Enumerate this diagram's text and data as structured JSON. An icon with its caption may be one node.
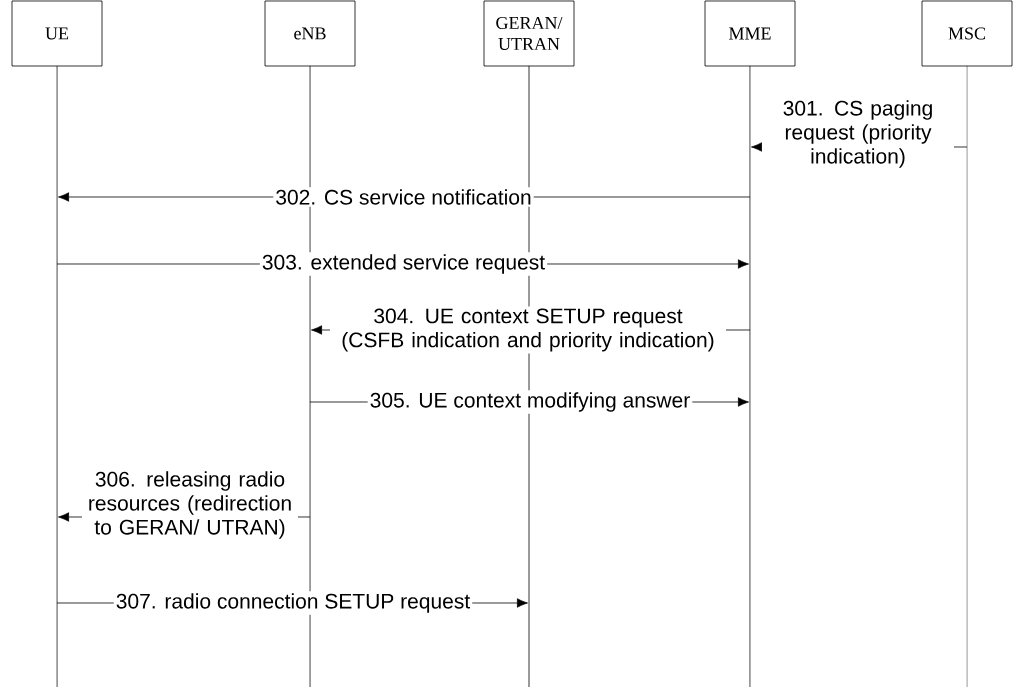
{
  "diagram": {
    "nodes": [
      {
        "text": [
          "UE"
        ]
      },
      {
        "text": [
          "eNB"
        ]
      },
      {
        "text": [
          "GERAN/ UTRAN"
        ]
      },
      {
        "text": [
          "MME"
        ]
      },
      {
        "text": [
          "MSC"
        ]
      },
      {
        "text": [],
        "shape": "line"
      },
      {
        "text": [],
        "shape": "line"
      },
      {
        "text": [],
        "shape": "line"
      },
      {
        "text": [],
        "shape": "line"
      },
      {
        "text": [],
        "shape": "line"
      }
    ],
    "edges": [
      {
        "from": 9,
        "to": 8,
        "arrow": "to",
        "label": "301. CS paging request (priority indication)"
      },
      {
        "from": 8,
        "to": 5,
        "arrow": "to",
        "label": "302. CS service notification"
      },
      {
        "from": 5,
        "to": 8,
        "arrow": "to",
        "label": "303. extended service request"
      },
      {
        "from": 8,
        "to": 6,
        "arrow": "to",
        "label": "304. UE context SETUP request (CSFB indication and priority indication)"
      },
      {
        "from": 6,
        "to": 8,
        "arrow": "to",
        "label": "305. UE context modifying answer"
      },
      {
        "from": 6,
        "to": 5,
        "arrow": "to",
        "label": "306. releasing radio resources (redirection to GERAN/ UTRAN)"
      },
      {
        "from": 5,
        "to": 7,
        "arrow": "to",
        "label": "307. radio connection SETUP request"
      }
    ]
  }
}
